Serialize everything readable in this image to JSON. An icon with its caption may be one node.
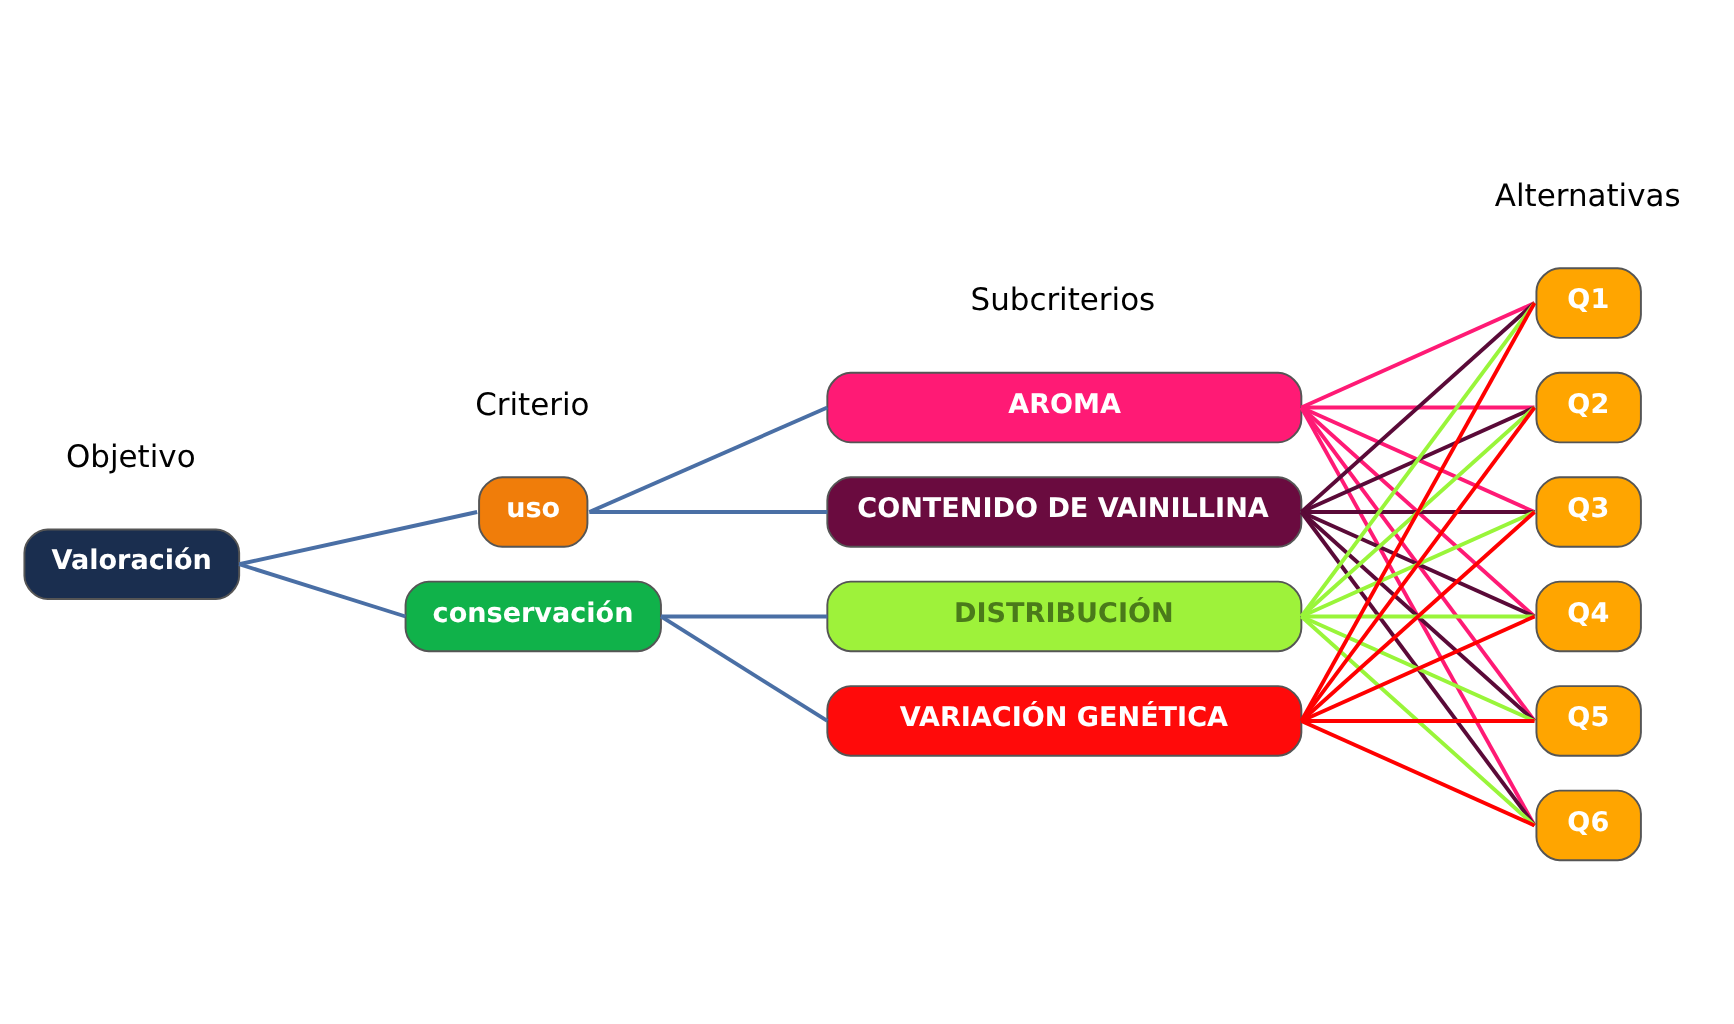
{
  "diagram": {
    "nodes": [
      {
        "text": [
          "Valoración"
        ]
      },
      {
        "text": [
          "uso"
        ]
      },
      {
        "text": [
          "conservación"
        ]
      },
      {
        "text": [
          "AROMA"
        ]
      },
      {
        "text": [
          "CONTENIDO DE VAINILLINA"
        ]
      },
      {
        "text": [
          "DISTRIBUCIÓN"
        ]
      },
      {
        "text": [
          "VARIACIÓN GENÉTICA"
        ]
      },
      {
        "text": [
          "Q1"
        ]
      },
      {
        "text": [
          "Q2"
        ]
      },
      {
        "text": [
          "Q3"
        ]
      },
      {
        "text": [
          "Q4"
        ]
      },
      {
        "text": [
          "Q5"
        ]
      },
      {
        "text": [
          "Q6"
        ]
      }
    ],
    "edges": [
      {
        "from": 0,
        "to": 1,
        "arrow": "none"
      },
      {
        "from": 0,
        "to": 2,
        "arrow": "none"
      },
      {
        "from": 1,
        "to": 3,
        "arrow": "none"
      },
      {
        "from": 1,
        "to": 4,
        "arrow": "none"
      },
      {
        "from": 2,
        "to": 5,
        "arrow": "none"
      },
      {
        "from": 2,
        "to": 6,
        "arrow": "none"
      },
      {
        "from": 3,
        "to": 7,
        "arrow": "none",
        "color": "#ff1a75"
      },
      {
        "from": 3,
        "to": 8,
        "arrow": "none",
        "color": "#ff1a75"
      },
      {
        "from": 3,
        "to": 9,
        "arrow": "none",
        "color": "#ff1a75"
      },
      {
        "from": 3,
        "to": 10,
        "arrow": "none",
        "color": "#ff1a75"
      },
      {
        "from": 3,
        "to": 11,
        "arrow": "none",
        "color": "#ff1a75"
      },
      {
        "from": 3,
        "to": 12,
        "arrow": "none",
        "color": "#ff1a75"
      },
      {
        "from": 4,
        "to": 7,
        "arrow": "none",
        "color": "#5a0a38"
      },
      {
        "from": 4,
        "to": 8,
        "arrow": "none",
        "color": "#5a0a38"
      },
      {
        "from": 4,
        "to": 9,
        "arrow": "none",
        "color": "#5a0a38"
      },
      {
        "from": 4,
        "to": 10,
        "arrow": "none",
        "color": "#5a0a38"
      },
      {
        "from": 4,
        "to": 11,
        "arrow": "none",
        "color": "#5a0a38"
      },
      {
        "from": 4,
        "to": 12,
        "arrow": "none",
        "color": "#5a0a38"
      },
      {
        "from": 5,
        "to": 7,
        "arrow": "none",
        "color": "#99f53a"
      },
      {
        "from": 5,
        "to": 8,
        "arrow": "none",
        "color": "#99f53a"
      },
      {
        "from": 5,
        "to": 9,
        "arrow": "none",
        "color": "#99f53a"
      },
      {
        "from": 5,
        "to": 10,
        "arrow": "none",
        "color": "#99f53a"
      },
      {
        "from": 5,
        "to": 11,
        "arrow": "none",
        "color": "#99f53a"
      },
      {
        "from": 5,
        "to": 12,
        "arrow": "none",
        "color": "#99f53a"
      },
      {
        "from": 6,
        "to": 7,
        "arrow": "none",
        "color": "#ff0000"
      },
      {
        "from": 6,
        "to": 8,
        "arrow": "none",
        "color": "#ff0000"
      },
      {
        "from": 6,
        "to": 9,
        "arrow": "none",
        "color": "#ff0000"
      },
      {
        "from": 6,
        "to": 10,
        "arrow": "none",
        "color": "#ff0000"
      },
      {
        "from": 6,
        "to": 11,
        "arrow": "none",
        "color": "#ff0000"
      },
      {
        "from": 6,
        "to": 12,
        "arrow": "none",
        "color": "#ff0000"
      }
    ],
    "labels": [
      "Objetivo",
      "Criterio",
      "Subcriterios",
      "Alternativas"
    ]
  }
}
